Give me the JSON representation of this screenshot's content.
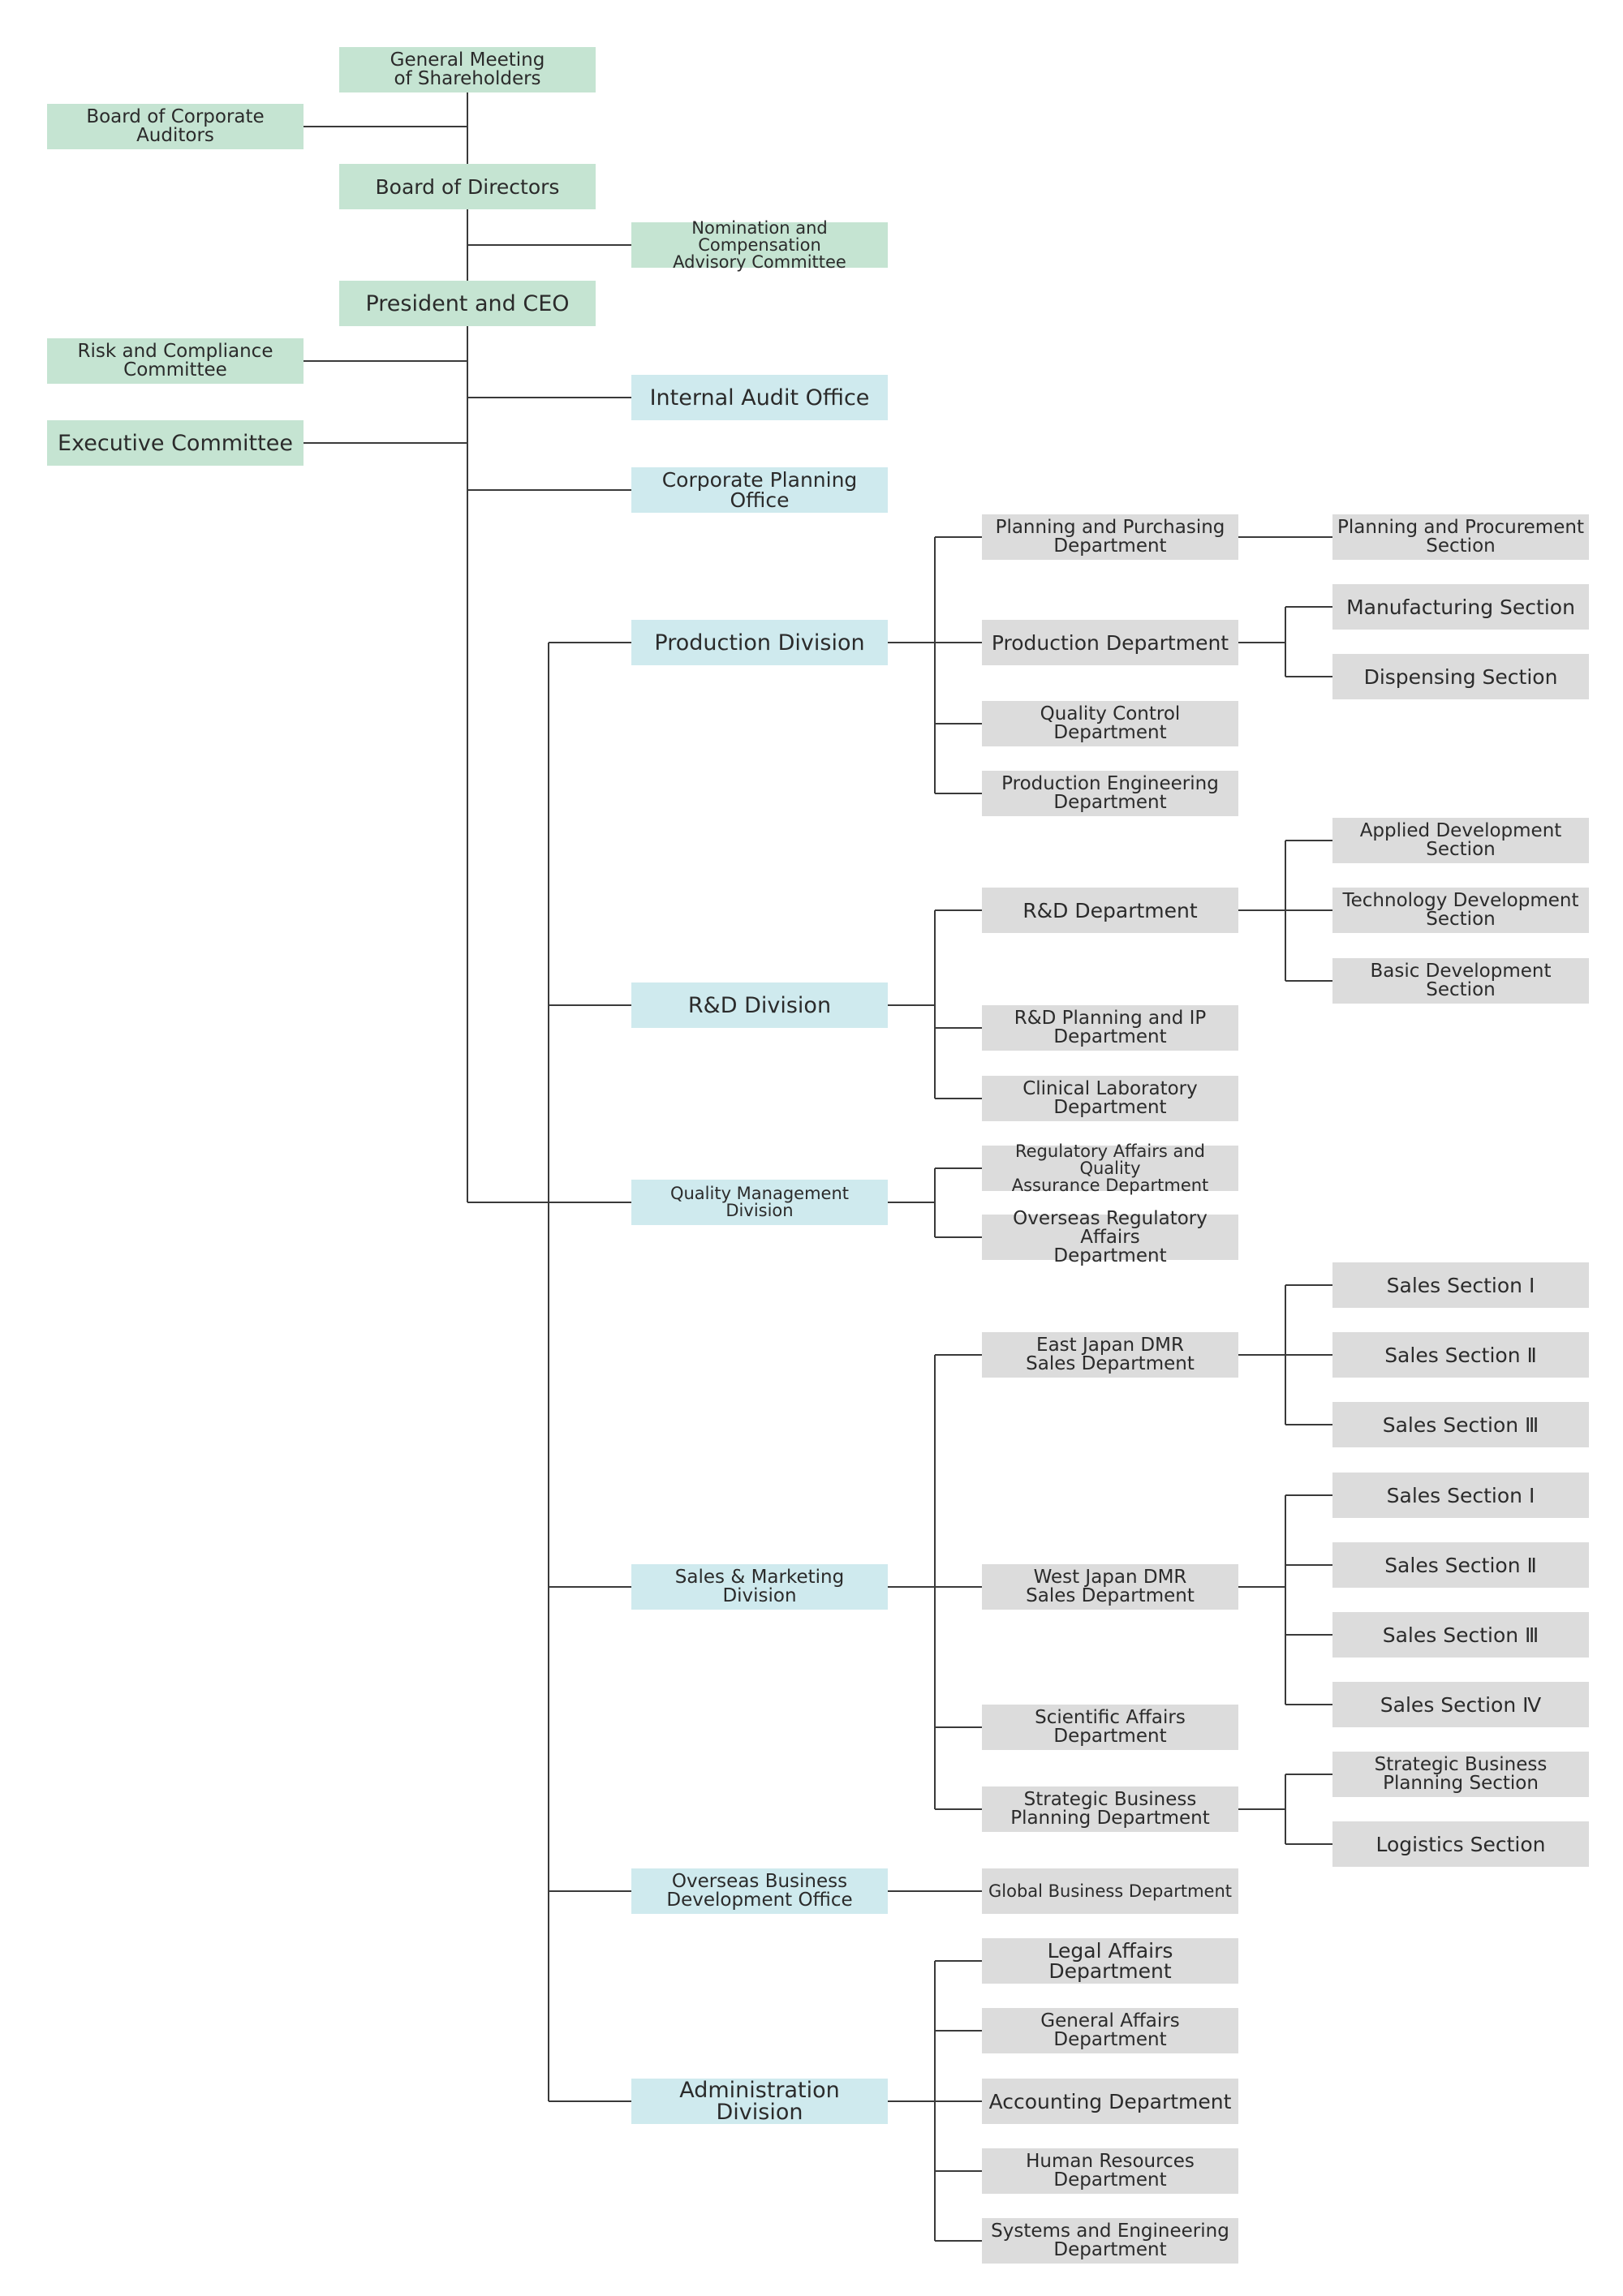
{
  "governance": {
    "shareholders": "General Meeting\nof Shareholders",
    "auditors": "Board of Corporate Auditors",
    "board": "Board of Directors",
    "nomination": "Nomination and Compensation\nAdvisory Committee",
    "president": "President and CEO",
    "risk": "Risk and Compliance\nCommittee",
    "executive": "Executive Committee"
  },
  "offices": {
    "internal_audit": "Internal Audit Office",
    "corporate_planning": "Corporate Planning Office"
  },
  "divisions": {
    "production": "Production Division",
    "rnd": "R&D Division",
    "quality": "Quality Management Division",
    "sales": "Sales & Marketing Division",
    "overseas": "Overseas Business\nDevelopment Office",
    "admin": "Administration Division"
  },
  "departments": {
    "planning_purchasing": "Planning and Purchasing\nDepartment",
    "production_dept": "Production Department",
    "quality_control": "Quality Control Department",
    "production_engineering": "Production Engineering\nDepartment",
    "rnd_dept": "R&D Department",
    "rnd_planning_ip": "R&D Planning and IP\nDepartment",
    "clinical_lab": "Clinical Laboratory\nDepartment",
    "regulatory_qa": "Regulatory Affairs and Quality\nAssurance Department",
    "overseas_regulatory": "Overseas Regulatory Affairs\nDepartment",
    "east_japan": "East Japan DMR\nSales Department",
    "west_japan": "West Japan DMR\nSales Department",
    "scientific_affairs": "Scientific Affairs\nDepartment",
    "strategic_dept": "Strategic Business\nPlanning Department",
    "global_business": "Global Business Department",
    "legal": "Legal Affairs Department",
    "general_affairs": "General Affairs Department",
    "accounting": "Accounting Department",
    "hr": "Human Resources\nDepartment",
    "systems_eng": "Systems and Engineering\nDepartment"
  },
  "sections": {
    "planning_procurement": "Planning and Procurement\nSection",
    "manufacturing": "Manufacturing Section",
    "dispensing": "Dispensing Section",
    "applied_dev": "Applied Development\nSection",
    "tech_dev": "Technology Development\nSection",
    "basic_dev": "Basic Development\nSection",
    "east_1": "Sales Section Ⅰ",
    "east_2": "Sales Section Ⅱ",
    "east_3": "Sales Section Ⅲ",
    "west_1": "Sales Section Ⅰ",
    "west_2": "Sales Section Ⅱ",
    "west_3": "Sales Section Ⅲ",
    "west_4": "Sales Section Ⅳ",
    "strategic_section": "Strategic Business\nPlanning Section",
    "logistics": "Logistics Section"
  }
}
